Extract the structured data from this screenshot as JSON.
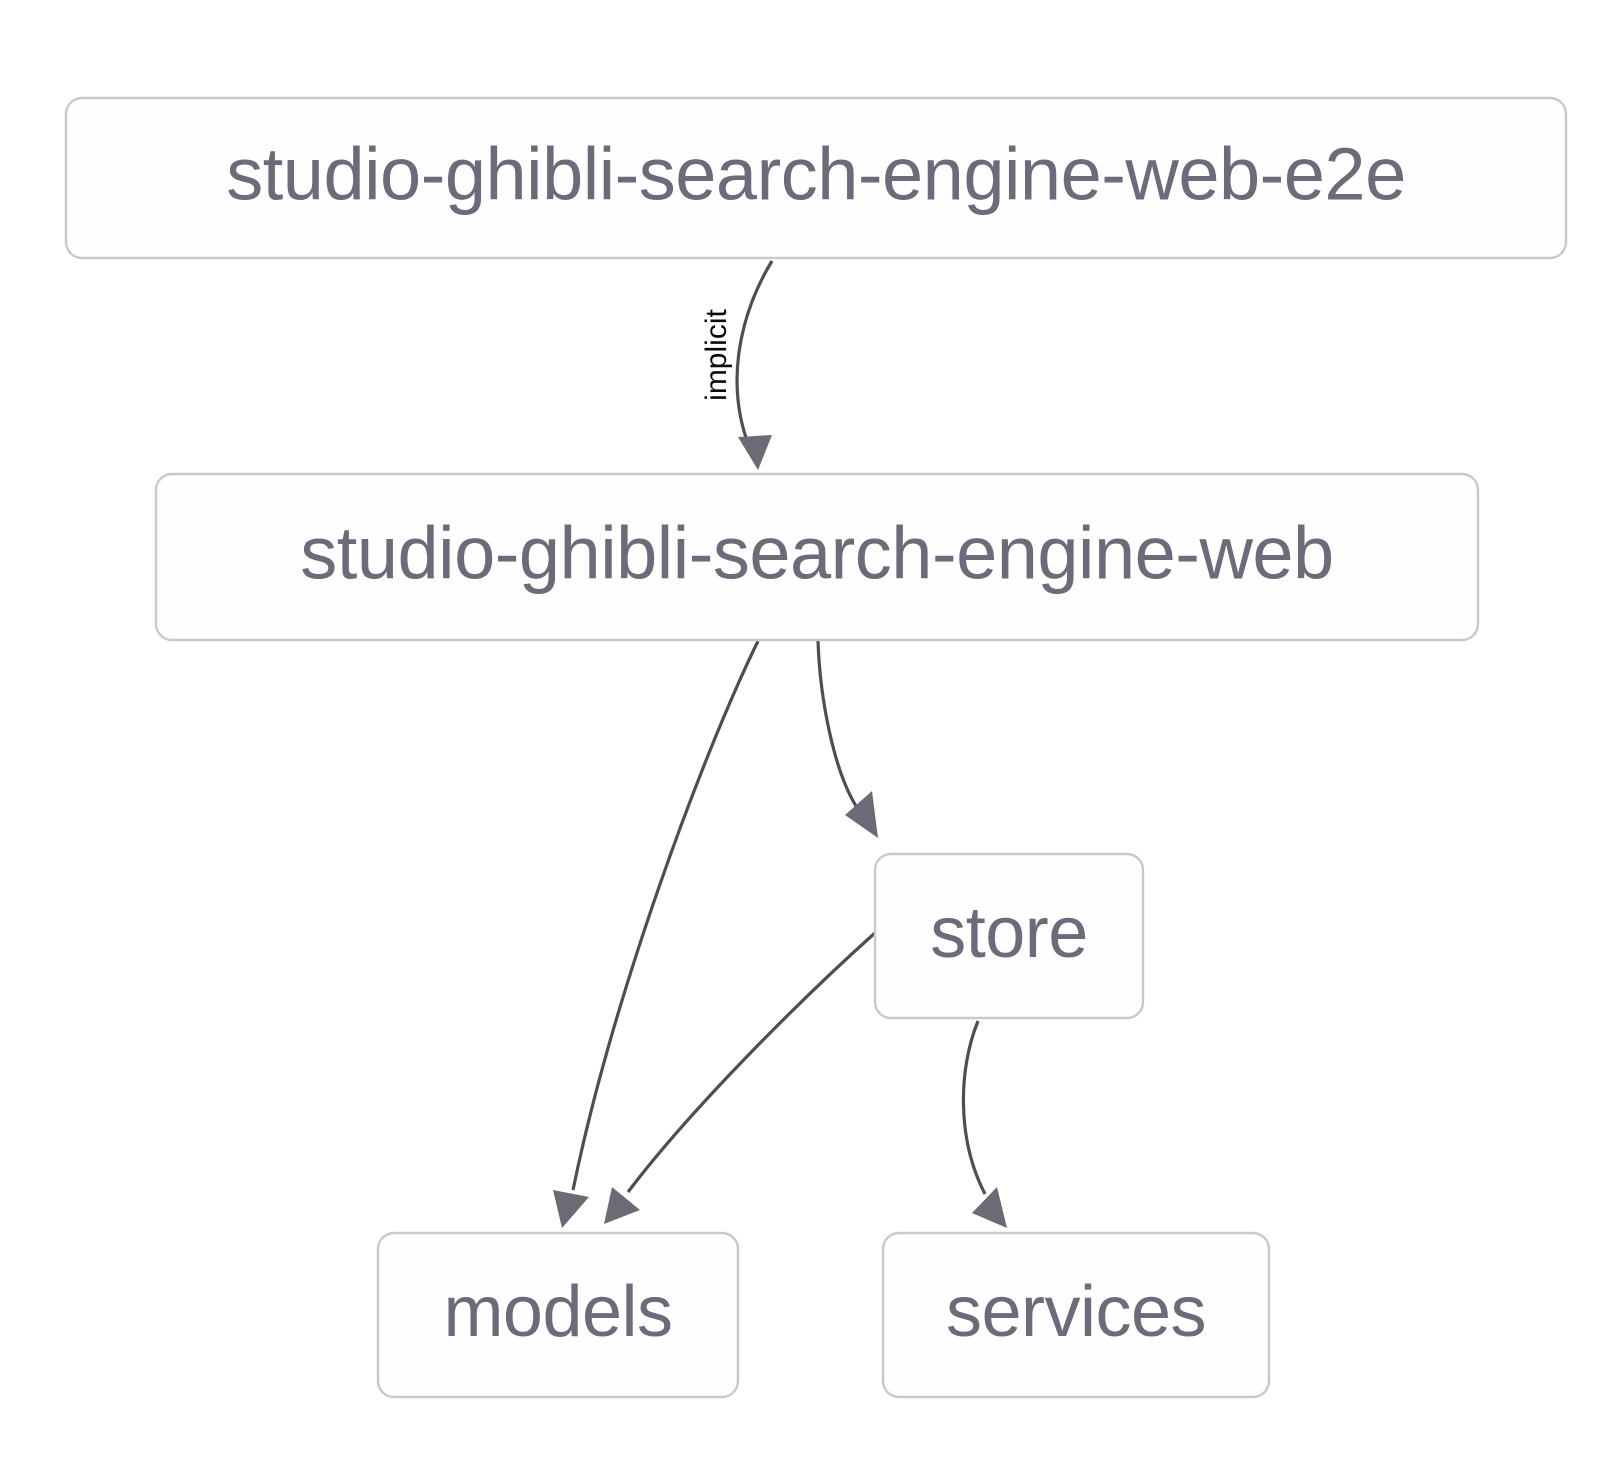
{
  "diagram": {
    "type": "dependency-graph",
    "background_color": "#ffffff",
    "node_fill_color": "#fefeff",
    "node_border_color": "#c9c9cd",
    "node_text_color": "#6b6b7a",
    "edge_color": "#4d4d55",
    "edge_label_color": "#0a0a0a",
    "nodes": [
      {
        "id": "web-e2e",
        "label": "studio-ghibli-search-engine-web-e2e"
      },
      {
        "id": "web",
        "label": "studio-ghibli-search-engine-web"
      },
      {
        "id": "store",
        "label": "store"
      },
      {
        "id": "models",
        "label": "models"
      },
      {
        "id": "services",
        "label": "services"
      }
    ],
    "edges": [
      {
        "from": "web-e2e",
        "to": "web",
        "label": "implicit"
      },
      {
        "from": "web",
        "to": "models",
        "label": ""
      },
      {
        "from": "web",
        "to": "store",
        "label": ""
      },
      {
        "from": "store",
        "to": "models",
        "label": ""
      },
      {
        "from": "store",
        "to": "services",
        "label": ""
      }
    ]
  }
}
